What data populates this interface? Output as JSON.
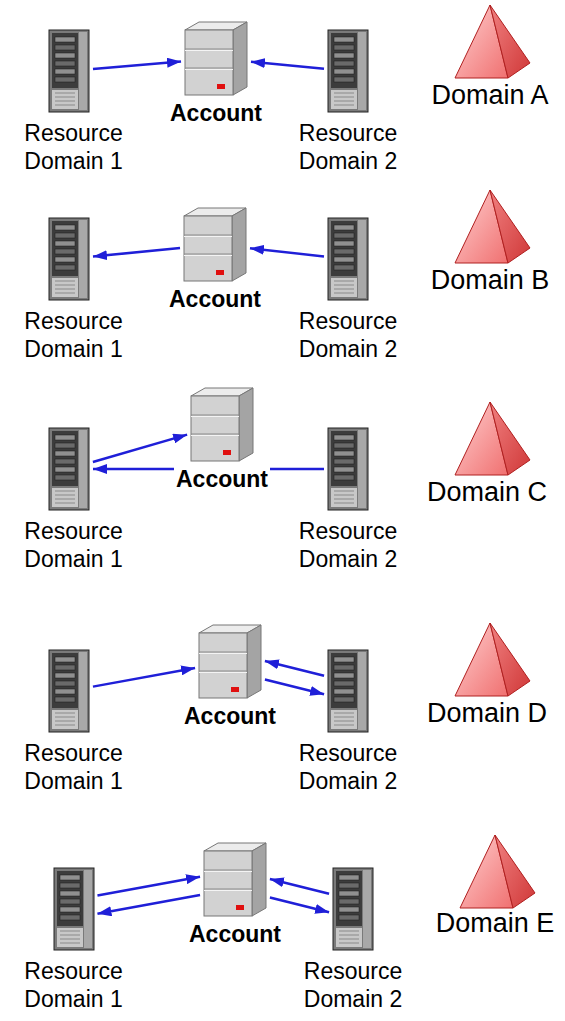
{
  "diagram": {
    "nodes": [
      {
        "text": [
          "Resource Domain 1"
        ]
      },
      {
        "text": [
          "Account"
        ]
      },
      {
        "text": [
          "Resource Domain 2"
        ]
      },
      {
        "text": [
          "Resource Domain 1"
        ]
      },
      {
        "text": [
          "Account"
        ]
      },
      {
        "text": [
          "Resource Domain 2"
        ]
      },
      {
        "text": [
          "Resource Domain 1"
        ]
      },
      {
        "text": [
          "Account"
        ]
      },
      {
        "text": [
          "Resource Domain 2"
        ]
      },
      {
        "text": [
          "Resource Domain 1"
        ]
      },
      {
        "text": [
          "Account"
        ]
      },
      {
        "text": [
          "Resource Domain 2"
        ]
      },
      {
        "text": [
          "Resource Domain 1"
        ]
      },
      {
        "text": [
          "Account"
        ]
      },
      {
        "text": [
          "Resource Domain 2"
        ]
      }
    ],
    "edges": [
      {
        "from": 0,
        "to": 1,
        "arrow": "to"
      },
      {
        "from": 2,
        "to": 1,
        "arrow": "to"
      },
      {
        "from": 4,
        "to": 3,
        "arrow": "to"
      },
      {
        "from": 5,
        "to": 4,
        "arrow": "to"
      },
      {
        "from": 6,
        "to": 7,
        "arrow": "to"
      },
      {
        "from": 8,
        "to": 6,
        "arrow": "to"
      },
      {
        "from": 9,
        "to": 10,
        "arrow": "to"
      },
      {
        "from": 11,
        "to": 10,
        "arrow": "to"
      },
      {
        "from": 10,
        "to": 11,
        "arrow": "to"
      },
      {
        "from": 12,
        "to": 13,
        "arrow": "to"
      },
      {
        "from": 13,
        "to": 12,
        "arrow": "to"
      },
      {
        "from": 14,
        "to": 13,
        "arrow": "to"
      },
      {
        "from": 13,
        "to": 14,
        "arrow": "to"
      }
    ],
    "labels": [
      "Domain A",
      "Domain B",
      "Domain C",
      "Domain D",
      "Domain E"
    ]
  }
}
